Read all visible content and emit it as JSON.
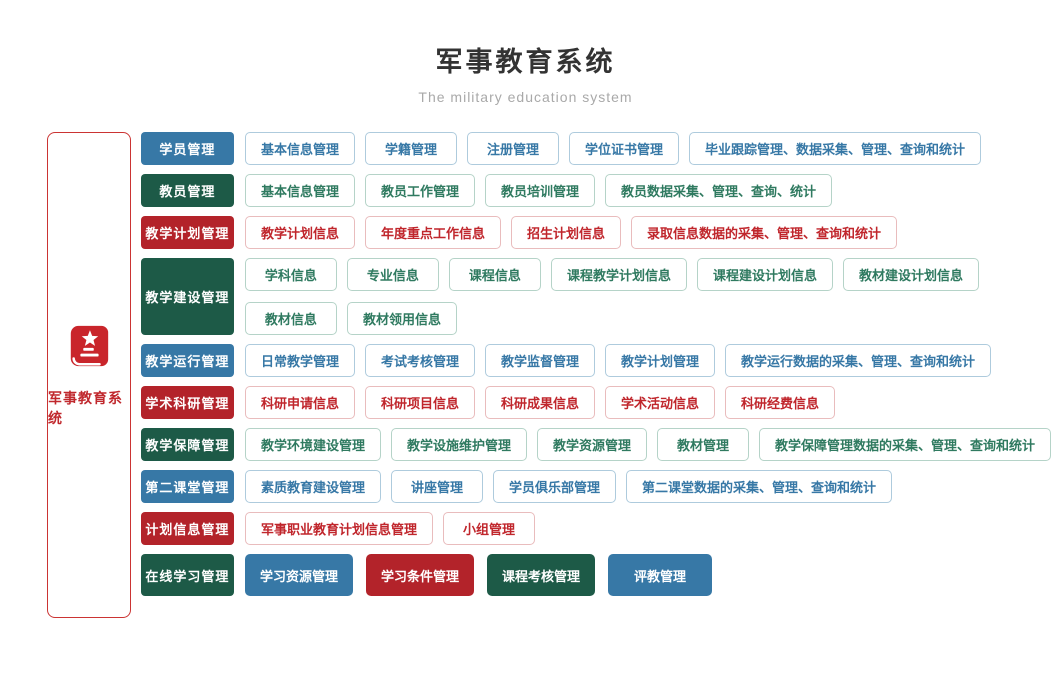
{
  "header": {
    "title": "军事教育系统",
    "subtitle": "The military education system"
  },
  "sidebar": {
    "label": "军事教育系统",
    "icon": "red-book-star-icon"
  },
  "palette": {
    "solid_blue": "#3778a6",
    "solid_green": "#1d5a47",
    "solid_red": "#b3232a",
    "outline_blue_border": "#aecbdd",
    "outline_blue_text": "#3778a6",
    "outline_green_border": "#b5d3c8",
    "outline_green_text": "#2f7a60",
    "outline_red_border": "#e9bcbd",
    "outline_red_text": "#c0262c",
    "sidebar_border_red": "#cb3433",
    "title_color": "#333333",
    "subtitle_color": "#a9a9a9"
  },
  "rows": [
    {
      "category": {
        "label": "学员管理",
        "color": "blue"
      },
      "items": [
        {
          "label": "基本信息管理",
          "color": "blue"
        },
        {
          "label": "学籍管理",
          "color": "blue"
        },
        {
          "label": "注册管理",
          "color": "blue"
        },
        {
          "label": "学位证书管理",
          "color": "blue"
        },
        {
          "label": "毕业跟踪管理、数据采集、管理、查询和统计",
          "color": "blue"
        }
      ]
    },
    {
      "category": {
        "label": "教员管理",
        "color": "green"
      },
      "items": [
        {
          "label": "基本信息管理",
          "color": "green"
        },
        {
          "label": "教员工作管理",
          "color": "green"
        },
        {
          "label": "教员培训管理",
          "color": "green"
        },
        {
          "label": "教员数据采集、管理、查询、统计",
          "color": "green"
        }
      ]
    },
    {
      "category": {
        "label": "教学计划管理",
        "color": "red"
      },
      "items": [
        {
          "label": "教学计划信息",
          "color": "red"
        },
        {
          "label": "年度重点工作信息",
          "color": "red"
        },
        {
          "label": "招生计划信息",
          "color": "red"
        },
        {
          "label": "录取信息数据的采集、管理、查询和统计",
          "color": "red"
        }
      ]
    },
    {
      "category": {
        "label": "教学建设管理",
        "color": "green"
      },
      "items": [
        {
          "label": "学科信息",
          "color": "green"
        },
        {
          "label": "专业信息",
          "color": "green"
        },
        {
          "label": "课程信息",
          "color": "green"
        },
        {
          "label": "课程教学计划信息",
          "color": "green"
        },
        {
          "label": "课程建设计划信息",
          "color": "green"
        },
        {
          "label": "教材建设计划信息",
          "color": "green"
        },
        {
          "label": "教材信息",
          "color": "green"
        },
        {
          "label": "教材领用信息",
          "color": "green"
        }
      ]
    },
    {
      "category": {
        "label": "教学运行管理",
        "color": "blue"
      },
      "items": [
        {
          "label": "日常教学管理",
          "color": "blue"
        },
        {
          "label": "考试考核管理",
          "color": "blue"
        },
        {
          "label": "教学监督管理",
          "color": "blue"
        },
        {
          "label": "教学计划管理",
          "color": "blue"
        },
        {
          "label": "教学运行数据的采集、管理、查询和统计",
          "color": "blue"
        }
      ]
    },
    {
      "category": {
        "label": "学术科研管理",
        "color": "red"
      },
      "items": [
        {
          "label": "科研申请信息",
          "color": "red"
        },
        {
          "label": "科研项目信息",
          "color": "red"
        },
        {
          "label": "科研成果信息",
          "color": "red"
        },
        {
          "label": "学术活动信息",
          "color": "red"
        },
        {
          "label": "科研经费信息",
          "color": "red"
        }
      ]
    },
    {
      "category": {
        "label": "教学保障管理",
        "color": "green"
      },
      "items": [
        {
          "label": "教学环境建设管理",
          "color": "green"
        },
        {
          "label": "教学设施维护管理",
          "color": "green"
        },
        {
          "label": "教学资源管理",
          "color": "green"
        },
        {
          "label": "教材管理",
          "color": "green"
        },
        {
          "label": "教学保障管理数据的采集、管理、查询和统计",
          "color": "green"
        }
      ]
    },
    {
      "category": {
        "label": "第二课堂管理",
        "color": "blue"
      },
      "items": [
        {
          "label": "素质教育建设管理",
          "color": "blue"
        },
        {
          "label": "讲座管理",
          "color": "blue"
        },
        {
          "label": "学员俱乐部管理",
          "color": "blue"
        },
        {
          "label": "第二课堂数据的采集、管理、查询和统计",
          "color": "blue"
        }
      ]
    },
    {
      "category": {
        "label": "计划信息管理",
        "color": "red"
      },
      "items": [
        {
          "label": "军事职业教育计划信息管理",
          "color": "red"
        },
        {
          "label": "小组管理",
          "color": "red"
        }
      ]
    },
    {
      "category": {
        "label": "在线学习管理",
        "color": "green"
      },
      "items": [
        {
          "label": "学习资源管理",
          "color": "solid-blue"
        },
        {
          "label": "学习条件管理",
          "color": "solid-red"
        },
        {
          "label": "课程考核管理",
          "color": "solid-green"
        },
        {
          "label": "评教管理",
          "color": "solid-blue"
        }
      ]
    }
  ]
}
